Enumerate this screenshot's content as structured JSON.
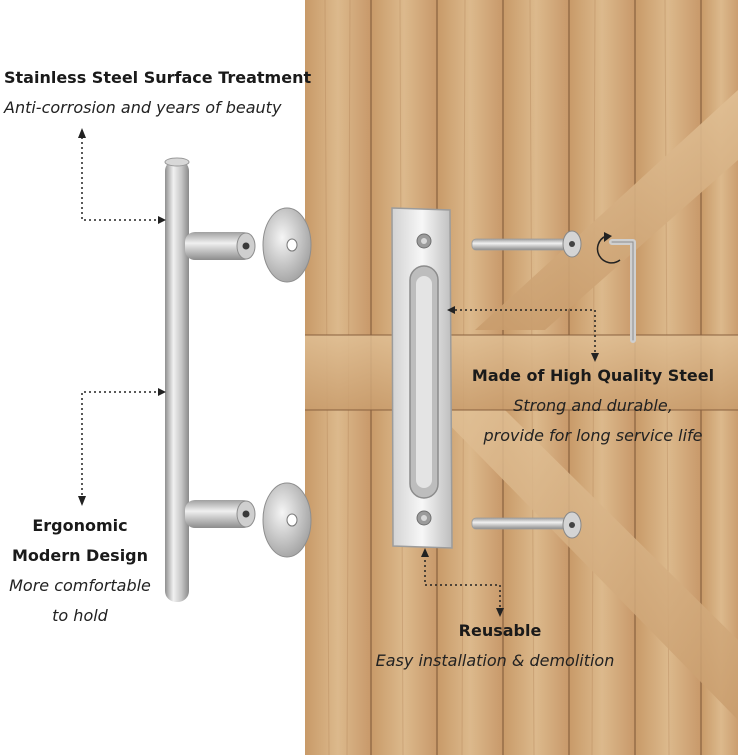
{
  "features": {
    "surface": {
      "title": "Stainless Steel  Surface Treatment",
      "desc": "Anti-corrosion and years of beauty"
    },
    "ergonomic": {
      "title1": "Ergonomic",
      "title2": "Modern Design",
      "desc1": "More comfortable",
      "desc2": "to hold"
    },
    "steel": {
      "title": "Made of High Quality Steel",
      "desc1": "Strong and durable,",
      "desc2": "provide for long service life"
    },
    "reusable": {
      "title": "Reusable",
      "desc": "Easy installation & demolition"
    }
  },
  "colors": {
    "wood_light": "#d8b488",
    "wood_dark": "#b98d5e",
    "steel_light": "#e6e6e6",
    "steel_dark": "#9a9a9a",
    "text": "#1a1a1a"
  }
}
